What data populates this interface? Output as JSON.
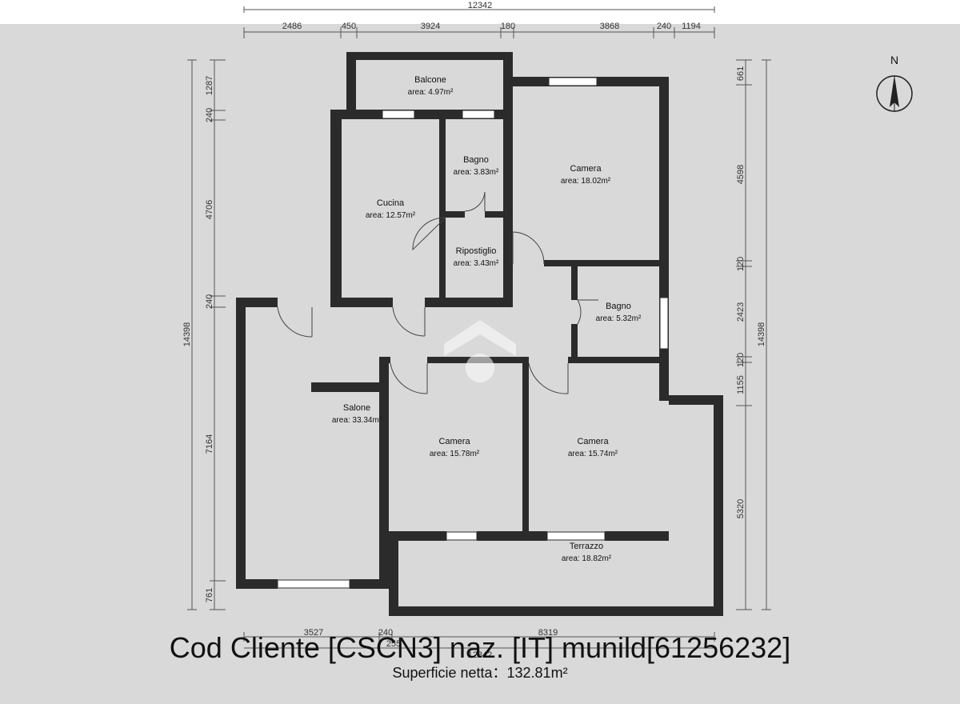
{
  "header": {
    "total_width_label": "12342",
    "top_segments": [
      "2486",
      "450",
      "3924",
      "180",
      "3868",
      "240",
      "1194"
    ]
  },
  "left_dims": {
    "total": "14398",
    "segments": [
      "1287",
      "240",
      "4706",
      "240",
      "7164",
      "761"
    ]
  },
  "right_dims": {
    "total": "14398",
    "segments": [
      "661",
      "4598",
      "120",
      "2423",
      "120",
      "1155",
      "5320"
    ]
  },
  "bottom_dims": {
    "segments": [
      "3527",
      "240",
      "8319"
    ],
    "overlap_a": "255",
    "overlap_b": "12342"
  },
  "rooms": {
    "balcone": {
      "name": "Balcone",
      "area": "area: 4.97m²"
    },
    "bagno1": {
      "name": "Bagno",
      "area": "area: 3.83m²"
    },
    "camera1": {
      "name": "Camera",
      "area": "area: 18.02m²"
    },
    "cucina": {
      "name": "Cucina",
      "area": "area: 12.57m²"
    },
    "ripostiglio": {
      "name": "Ripostiglio",
      "area": "area: 3.43m²"
    },
    "bagno2": {
      "name": "Bagno",
      "area": "area: 5.32m²"
    },
    "salone": {
      "name": "Salone",
      "area": "area: 33.34m²"
    },
    "camera2": {
      "name": "Camera",
      "area": "area: 15.78m²"
    },
    "camera3": {
      "name": "Camera",
      "area": "area: 15.74m²"
    },
    "terrazzo": {
      "name": "Terrazzo",
      "area": "area: 18.82m²"
    }
  },
  "compass": {
    "label": "N"
  },
  "footer": {
    "code": "Cod Cliente [CSCN3] naz. [IT] munild[61256232]",
    "surface": "Superficie netta：132.81m²"
  },
  "colors": {
    "background": "#d9d9d9",
    "wall": "#2b2b2b",
    "window": "#ffffff"
  }
}
